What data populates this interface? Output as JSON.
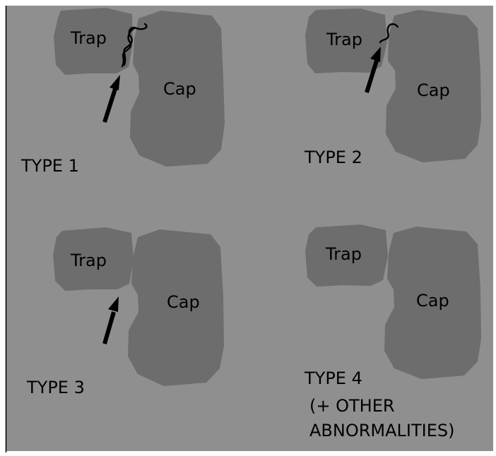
{
  "colors": {
    "background": "#8f8f8f",
    "bone": "#6d6d6d",
    "ink": "#000000",
    "border": "#000000"
  },
  "panels": [
    {
      "id": "type1",
      "trap_label": "Trap",
      "cap_label": "Cap",
      "type_label": "TYPE 1",
      "note_lines": [],
      "has_arrow": true,
      "fracture": "two-wavy-lines"
    },
    {
      "id": "type2",
      "trap_label": "Trap",
      "cap_label": "Cap",
      "type_label": "TYPE 2",
      "note_lines": [],
      "has_arrow": true,
      "fracture": "single-wavy-line"
    },
    {
      "id": "type3",
      "trap_label": "Trap",
      "cap_label": "Cap",
      "type_label": "TYPE 3",
      "note_lines": [],
      "has_arrow": true,
      "fracture": "none"
    },
    {
      "id": "type4",
      "trap_label": "Trap",
      "cap_label": "Cap",
      "type_label": "TYPE 4",
      "note_lines": [
        "(+ OTHER",
        "ABNORMALITIES)"
      ],
      "has_arrow": false,
      "fracture": "none"
    }
  ]
}
